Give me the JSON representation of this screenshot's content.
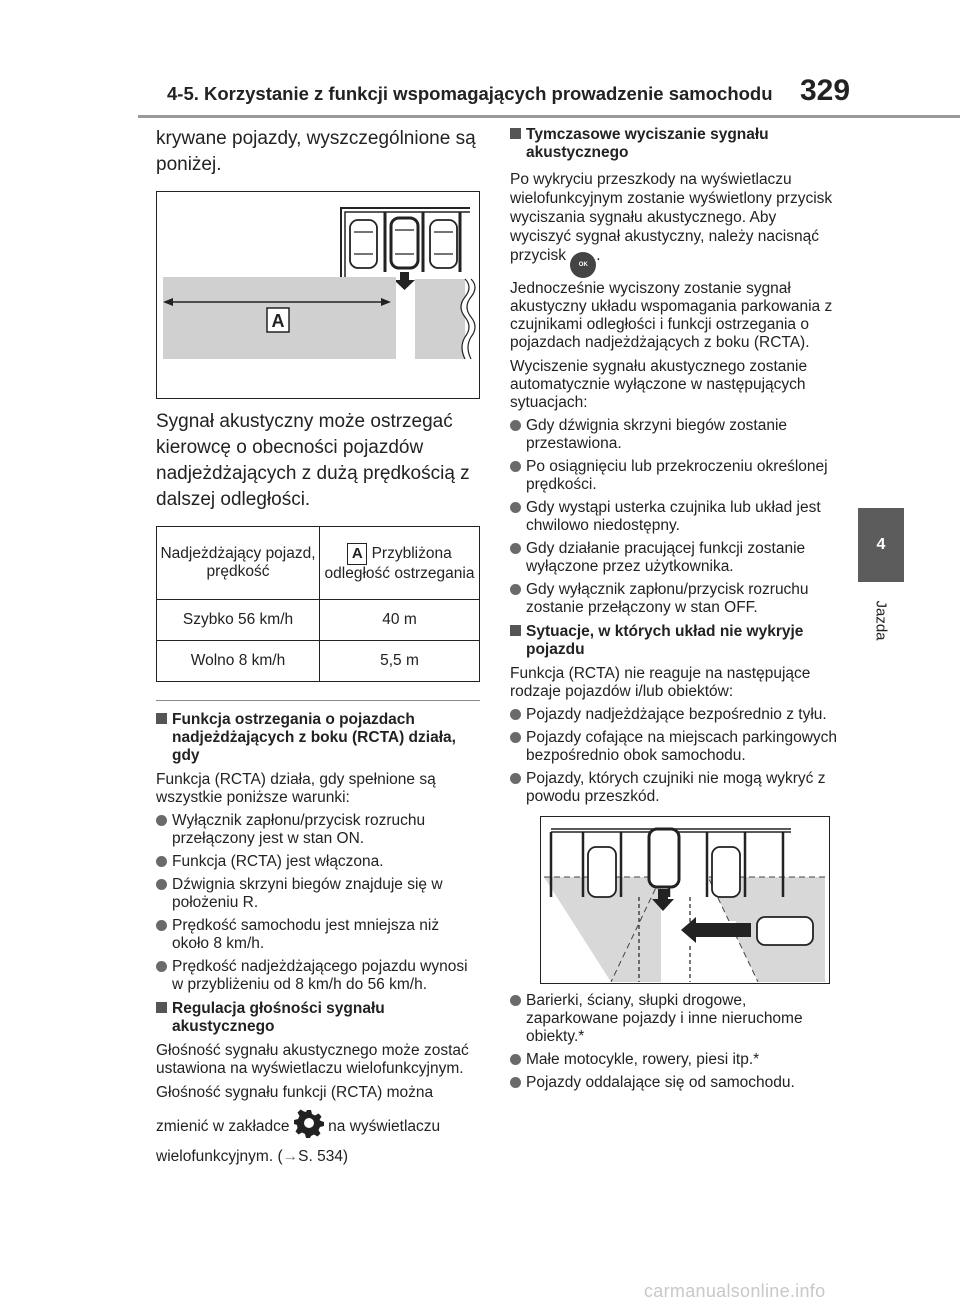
{
  "header": {
    "title": "4-5. Korzystanie z funkcji wspomagających prowadzenie samochodu",
    "page_number": "329"
  },
  "side_tab": {
    "number": "4",
    "label": "Jazda"
  },
  "col1": {
    "intro": "krywane pojazdy, wyszczególnione są poniżej.",
    "fig1_label": "A",
    "para": "Sygnał akustyczny może ostrzegać kierowcę o obecności pojazdów nadjeżdżających z dużą prędkością z dalszej odległości.",
    "table": {
      "col1_header": "Nadjeżdżający pojazd, prędkość",
      "col2_header_label": "A",
      "col2_header": "Przybliżona odległość ostrzegania",
      "rows": [
        {
          "speed": "Szybko 56 km/h",
          "distance": "40 m"
        },
        {
          "speed": "Wolno 8 km/h",
          "distance": "5,5 m"
        }
      ]
    },
    "section1": {
      "heading": "Funkcja ostrzegania o pojazdach nadjeżdżających z boku (RCTA) działa, gdy",
      "text": "Funkcja (RCTA) działa, gdy spełnione są wszystkie poniższe warunki:",
      "bullets": [
        "Wyłącznik zapłonu/przycisk rozruchu przełączony jest w stan ON.",
        "Funkcja (RCTA) jest włączona.",
        "Dźwignia skrzyni biegów znajduje się w położeniu R.",
        "Prędkość samochodu jest mniejsza niż około 8 km/h.",
        "Prędkość nadjeżdżającego pojazdu wynosi w przybliżeniu od 8 km/h do 56 km/h."
      ]
    },
    "section2": {
      "heading": "Regulacja głośności sygnału akustycznego",
      "text1": "Głośność sygnału akustycznego może zostać ustawiona na wyświetlaczu wielofunkcyjnym.",
      "text2a": "Głośność sygnału funkcji (RCTA) można zmienić w zakładce",
      "text2b": "na wyświetlaczu wielofunkcyjnym. (",
      "text2_arrow": "→",
      "text2c": "S. 534)"
    }
  },
  "col2": {
    "section3": {
      "heading": "Tymczasowe wyciszanie sygnału akustycznego",
      "text1a": "Po wykryciu przeszkody na wyświetlaczu wielofunkcyjnym zostanie wyświetlony przycisk wyciszania sygnału akustycznego. Aby wyciszyć sygnał akustyczny, należy nacisnąć przycisk",
      "text1b": ".",
      "ok_label": "OK",
      "text2": "Jednocześnie wyciszony zostanie sygnał akustyczny układu wspomagania parkowania z czujnikami odległości i funkcji ostrzegania o pojazdach nadjeżdżających z boku (RCTA).",
      "text3": "Wyciszenie sygnału akustycznego zostanie automatycznie wyłączone w następujących sytuacjach:",
      "bullets": [
        "Gdy dźwignia skrzyni biegów zostanie przestawiona.",
        "Po osiągnięciu lub przekroczeniu określonej prędkości.",
        "Gdy wystąpi usterka czujnika lub układ jest chwilowo niedostępny.",
        "Gdy działanie pracującej funkcji zostanie wyłączone przez użytkownika.",
        "Gdy wyłącznik zapłonu/przycisk rozruchu zostanie przełączony w stan OFF."
      ]
    },
    "section4": {
      "heading": "Sytuacje, w których układ nie wykryje pojazdu",
      "text": "Funkcja (RCTA) nie reaguje na następujące rodzaje pojazdów i/lub obiektów:",
      "bullets": [
        "Pojazdy nadjeżdżające bezpośrednio z tyłu.",
        "Pojazdy cofające na miejscach parkingowych bezpośrednio obok samochodu.",
        "Pojazdy, których czujniki nie mogą wykryć z powodu przeszkód."
      ],
      "bullets_after_fig": [
        "Barierki, ściany, słupki drogowe, zaparkowane pojazdy i inne nieruchome obiekty.*",
        "Małe motocykle, rowery, piesi itp.*",
        "Pojazdy oddalające się od samochodu."
      ]
    }
  },
  "footer": {
    "watermark": "carmanualsonline.info"
  },
  "colors": {
    "tab_bg": "#5c5c5c",
    "rule": "#9a9a9a",
    "watermark": "#c8c8c8"
  }
}
